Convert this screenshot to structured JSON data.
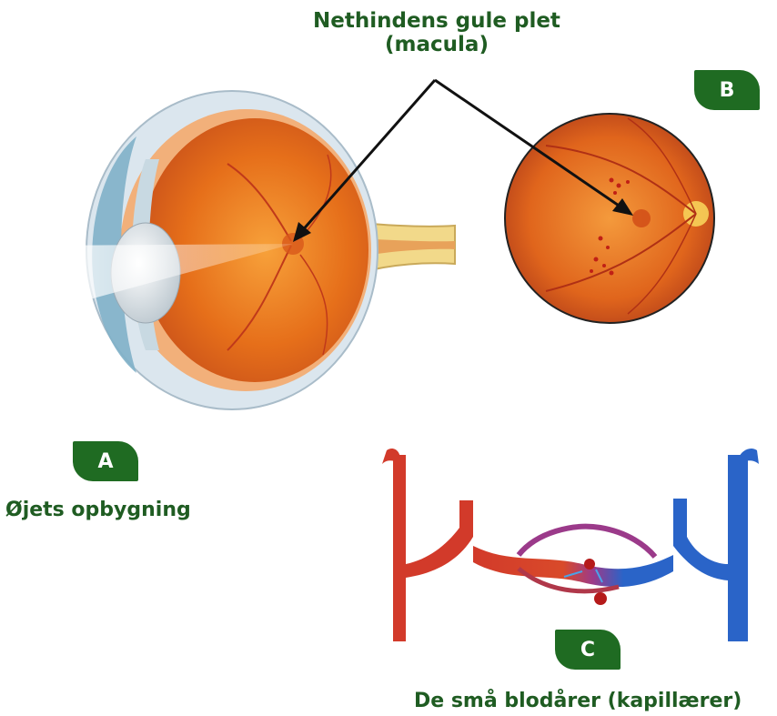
{
  "labels": {
    "macula_line1": "Nethindens gule plet",
    "macula_line2": "(macula)",
    "eye_caption": "Øjets opbygning",
    "capillary_caption": "De små blodårer (kapillærer)"
  },
  "badges": {
    "a": "A",
    "b": "B",
    "c": "C"
  },
  "colors": {
    "label_green": "#1f5c22",
    "badge_green": "#1f6b22",
    "retina_orange": "#e8751f",
    "artery_red": "#d23a2a",
    "vein_blue": "#2a64c8",
    "arrow": "#111111"
  }
}
